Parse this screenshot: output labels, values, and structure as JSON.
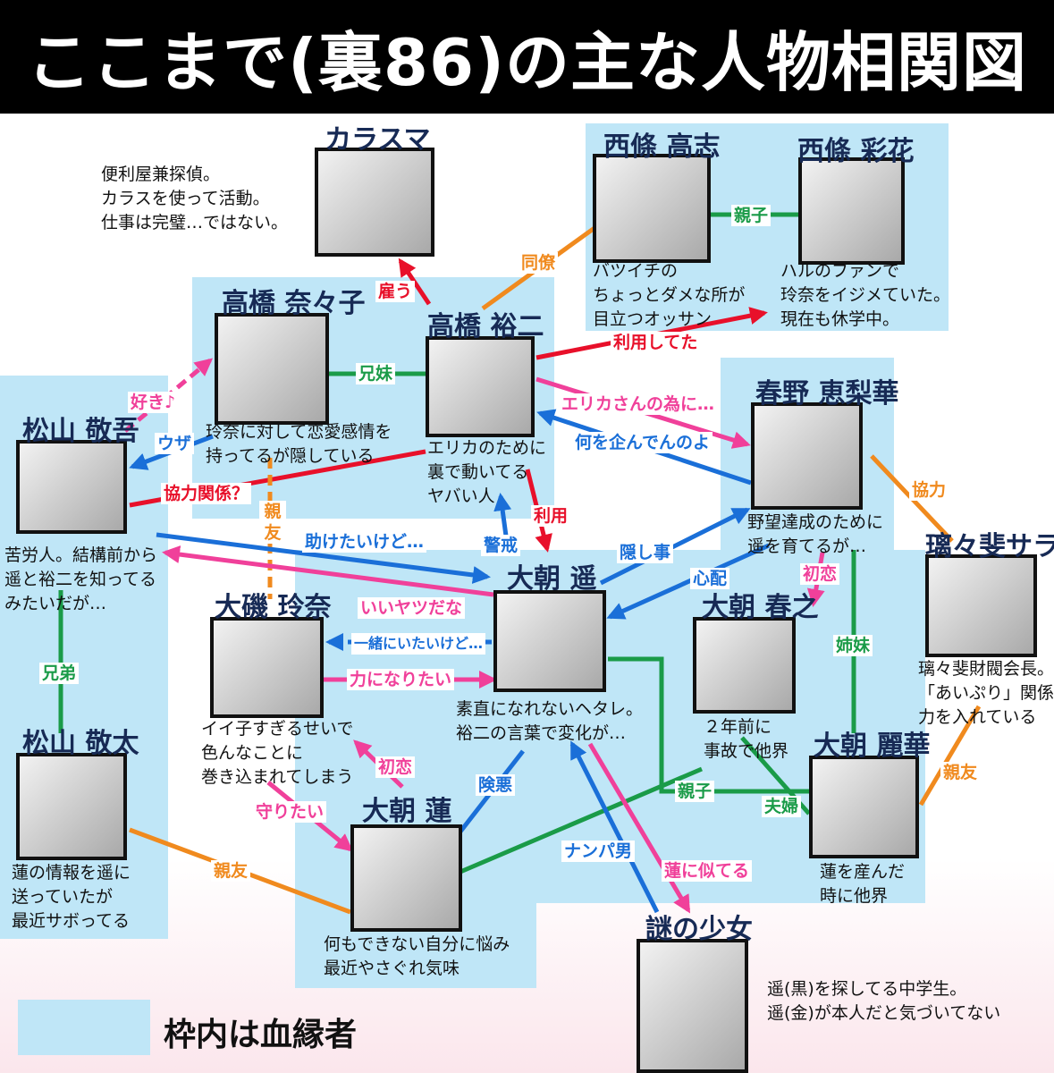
{
  "title": "ここまで(裏86)の主な人物相関図",
  "characters": {
    "karasuma": {
      "name": "カラスマ",
      "desc": [
        "便利屋兼探偵。",
        "カラスを使って活動。",
        "仕事は完璧…ではない。"
      ]
    },
    "saijo_takashi": {
      "name": "西條 高志",
      "desc": [
        "バツイチの",
        "ちょっとダメな所が",
        "目立つオッサン"
      ]
    },
    "saijo_ayaka": {
      "name": "西條 彩花",
      "desc": [
        "ハルのファンで",
        "玲奈をイジメていた。",
        "現在も休学中。"
      ]
    },
    "takahashi_nanako": {
      "name": "高橋 奈々子",
      "desc": [
        "玲奈に対して恋愛感情を",
        "持ってるが隠している"
      ]
    },
    "takahashi_yuji": {
      "name": "高橋 裕二",
      "desc": [
        "エリカのために",
        "裏で動いてる",
        "ヤバい人"
      ]
    },
    "matsuyama_keigo": {
      "name": "松山 敬吾",
      "desc": [
        "苦労人。結構前から",
        "遥と裕二を知ってる",
        "みたいだが…"
      ]
    },
    "haruno_erika": {
      "name": "春野 恵梨華",
      "desc": [
        "野望達成のために",
        "遥を育てるが…"
      ]
    },
    "ruruhi_sara": {
      "name": "璃々斐サラ",
      "desc": [
        "璃々斐財閥会長。",
        "「あいぷり」関係に",
        "力を入れている"
      ]
    },
    "oasa_haruka": {
      "name": "大朝 遥",
      "desc": [
        "素直になれないヘタレ。",
        "裕二の言葉で変化が…"
      ]
    },
    "oiso_reina": {
      "name": "大磯 玲奈",
      "desc": [
        "イイ子すぎるせいで",
        "色んなことに",
        "巻き込まれてしまう"
      ]
    },
    "oasa_haruyuki": {
      "name": "大朝 春之",
      "desc": [
        "２年前に",
        "事故で他界"
      ]
    },
    "oasa_reika": {
      "name": "大朝 麗華",
      "desc": [
        "蓮を産んだ",
        "時に他界"
      ]
    },
    "matsuyama_keita": {
      "name": "松山 敬太",
      "desc": [
        "蓮の情報を遥に",
        "送っていたが",
        "最近サボってる"
      ]
    },
    "oasa_ren": {
      "name": "大朝 蓮",
      "desc": [
        "何もできない自分に悩み",
        "最近やさぐれ気味"
      ]
    },
    "nazo_shojo": {
      "name": "謎の少女",
      "desc": [
        "遥(黒)を探してる中学生。",
        "遥(金)が本人だと気づいてない"
      ]
    }
  },
  "relations": {
    "yatou": "雇う",
    "doryo": "同僚",
    "oyako_saijo": "親子",
    "riyou_shiteta": "利用してた",
    "kyoudai_imouto": "兄妹",
    "suki": "好き♪",
    "uza": "ウザ",
    "erika_tame": "エリカさんの為に…",
    "nani_takura": "何を企んでんのよ",
    "kyouryoku_kankei": "協力関係？",
    "riyou": "利用",
    "keikai": "警戒",
    "shinyu_reina": "親友",
    "tasuketai": "助けたいけど…",
    "kakushigoto": "隠し事",
    "shinpai": "心配",
    "kyouryoku": "協力",
    "iiyatsu": "いいヤツだな",
    "hatsukoi_erika": "初恋",
    "shimai": "姉妹",
    "issho": "一緒にいたいけど…",
    "chikara": "力になりたい",
    "kyoudai_ototo": "兄弟",
    "hatsukoi_ren": "初恋",
    "kenaku": "険悪",
    "mamoritai": "守りたい",
    "oyako_ren": "親子",
    "fuufu": "夫婦",
    "shinyu_sara": "親友",
    "shinyu_keita": "親友",
    "nanpa": "ナンパ男",
    "ren_niteru": "蓮に似てる"
  },
  "legend": "枠内は血縁者"
}
